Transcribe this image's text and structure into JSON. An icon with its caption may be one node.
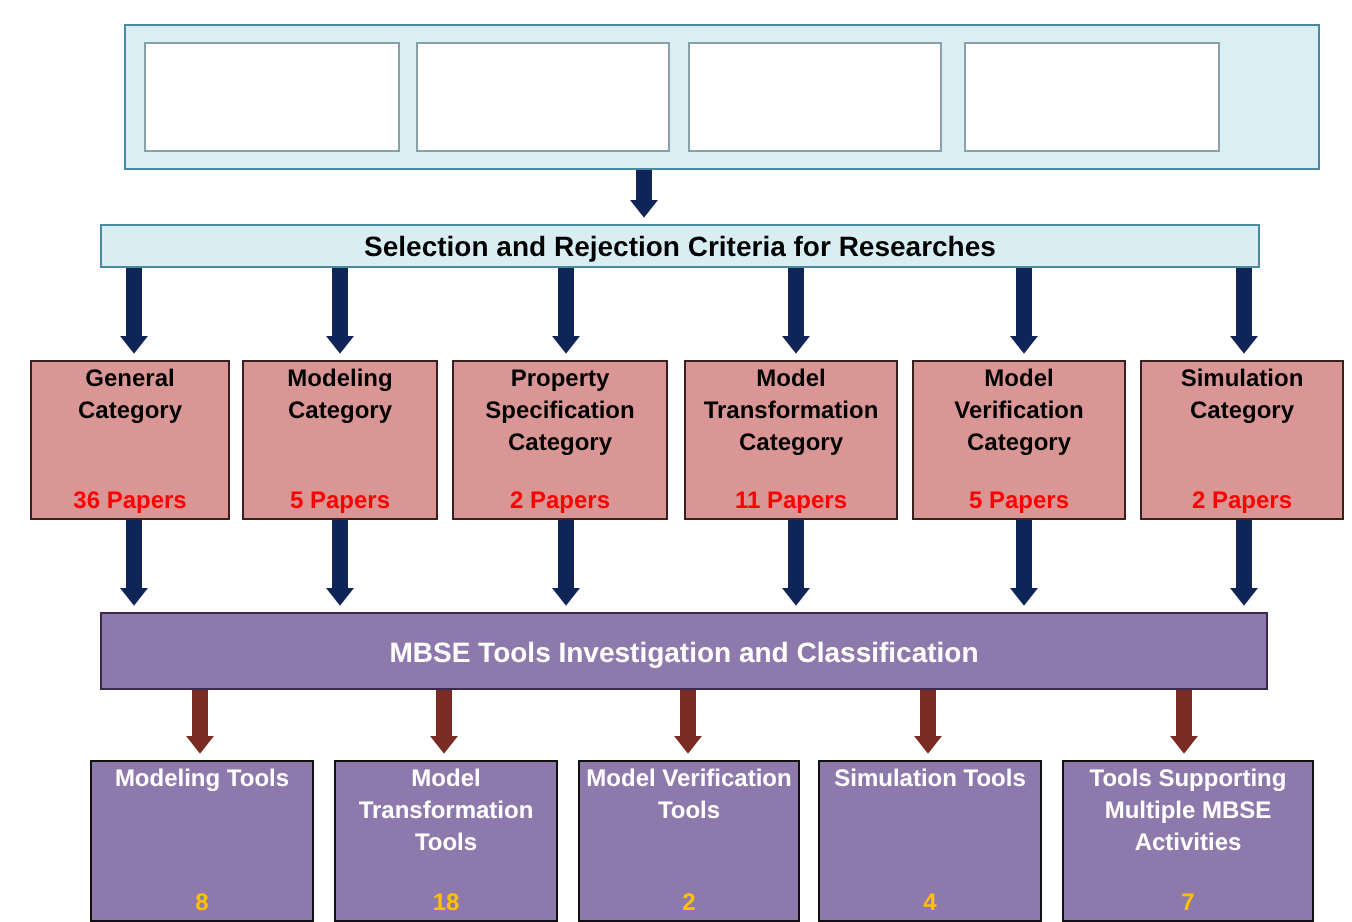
{
  "diagram": {
    "nodes": [
      {
        "text": [],
        "shape": "box"
      },
      {
        "text": [],
        "shape": "box",
        "in": 0
      },
      {
        "text": [],
        "shape": "box",
        "in": 0
      },
      {
        "text": [],
        "shape": "box",
        "in": 0
      },
      {
        "text": [],
        "shape": "box",
        "in": 0
      },
      {
        "text": [
          "Selection and Rejection Criteria for Researches"
        ]
      },
      {
        "text": [
          "General Category",
          "36 Papers"
        ]
      },
      {
        "text": [
          "Modeling Category",
          "5 Papers"
        ]
      },
      {
        "text": [
          "Property Specification Category",
          "2 Papers"
        ]
      },
      {
        "text": [
          "Model Transformation Category",
          "11 Papers"
        ]
      },
      {
        "text": [
          "Model Verification Category",
          "5 Papers"
        ]
      },
      {
        "text": [
          "Simulation Category",
          "2 Papers"
        ]
      },
      {
        "text": [
          "MBSE Tools Investigation and Classification"
        ]
      },
      {
        "text": [
          "Modeling Tools",
          "8"
        ]
      },
      {
        "text": [
          "Model Transformation Tools",
          "18"
        ]
      },
      {
        "text": [
          "Model Verification Tools",
          "2"
        ]
      },
      {
        "text": [
          "Simulation Tools",
          "4"
        ]
      },
      {
        "text": [
          "Tools Supporting Multiple MBSE Activities",
          "7"
        ]
      }
    ],
    "edges": [
      {
        "from": 0,
        "to": 5,
        "arrow": "to"
      },
      {
        "from": 5,
        "to": 6,
        "arrow": "to"
      },
      {
        "from": 5,
        "to": 7,
        "arrow": "to"
      },
      {
        "from": 5,
        "to": 8,
        "arrow": "to"
      },
      {
        "from": 5,
        "to": 9,
        "arrow": "to"
      },
      {
        "from": 5,
        "to": 10,
        "arrow": "to"
      },
      {
        "from": 5,
        "to": 11,
        "arrow": "to"
      },
      {
        "from": 6,
        "to": 12,
        "arrow": "to"
      },
      {
        "from": 7,
        "to": 12,
        "arrow": "to"
      },
      {
        "from": 8,
        "to": 12,
        "arrow": "to"
      },
      {
        "from": 9,
        "to": 12,
        "arrow": "to"
      },
      {
        "from": 10,
        "to": 12,
        "arrow": "to"
      },
      {
        "from": 11,
        "to": 12,
        "arrow": "to"
      },
      {
        "from": 12,
        "to": 13,
        "arrow": "to",
        "color": "#7b2c22"
      },
      {
        "from": 12,
        "to": 14,
        "arrow": "to",
        "color": "#7b2c22"
      },
      {
        "from": 12,
        "to": 15,
        "arrow": "to",
        "color": "#7b2c22"
      },
      {
        "from": 12,
        "to": 16,
        "arrow": "to",
        "color": "#7b2c22"
      },
      {
        "from": 12,
        "to": 17,
        "arrow": "to",
        "color": "#7b2c22"
      }
    ]
  }
}
